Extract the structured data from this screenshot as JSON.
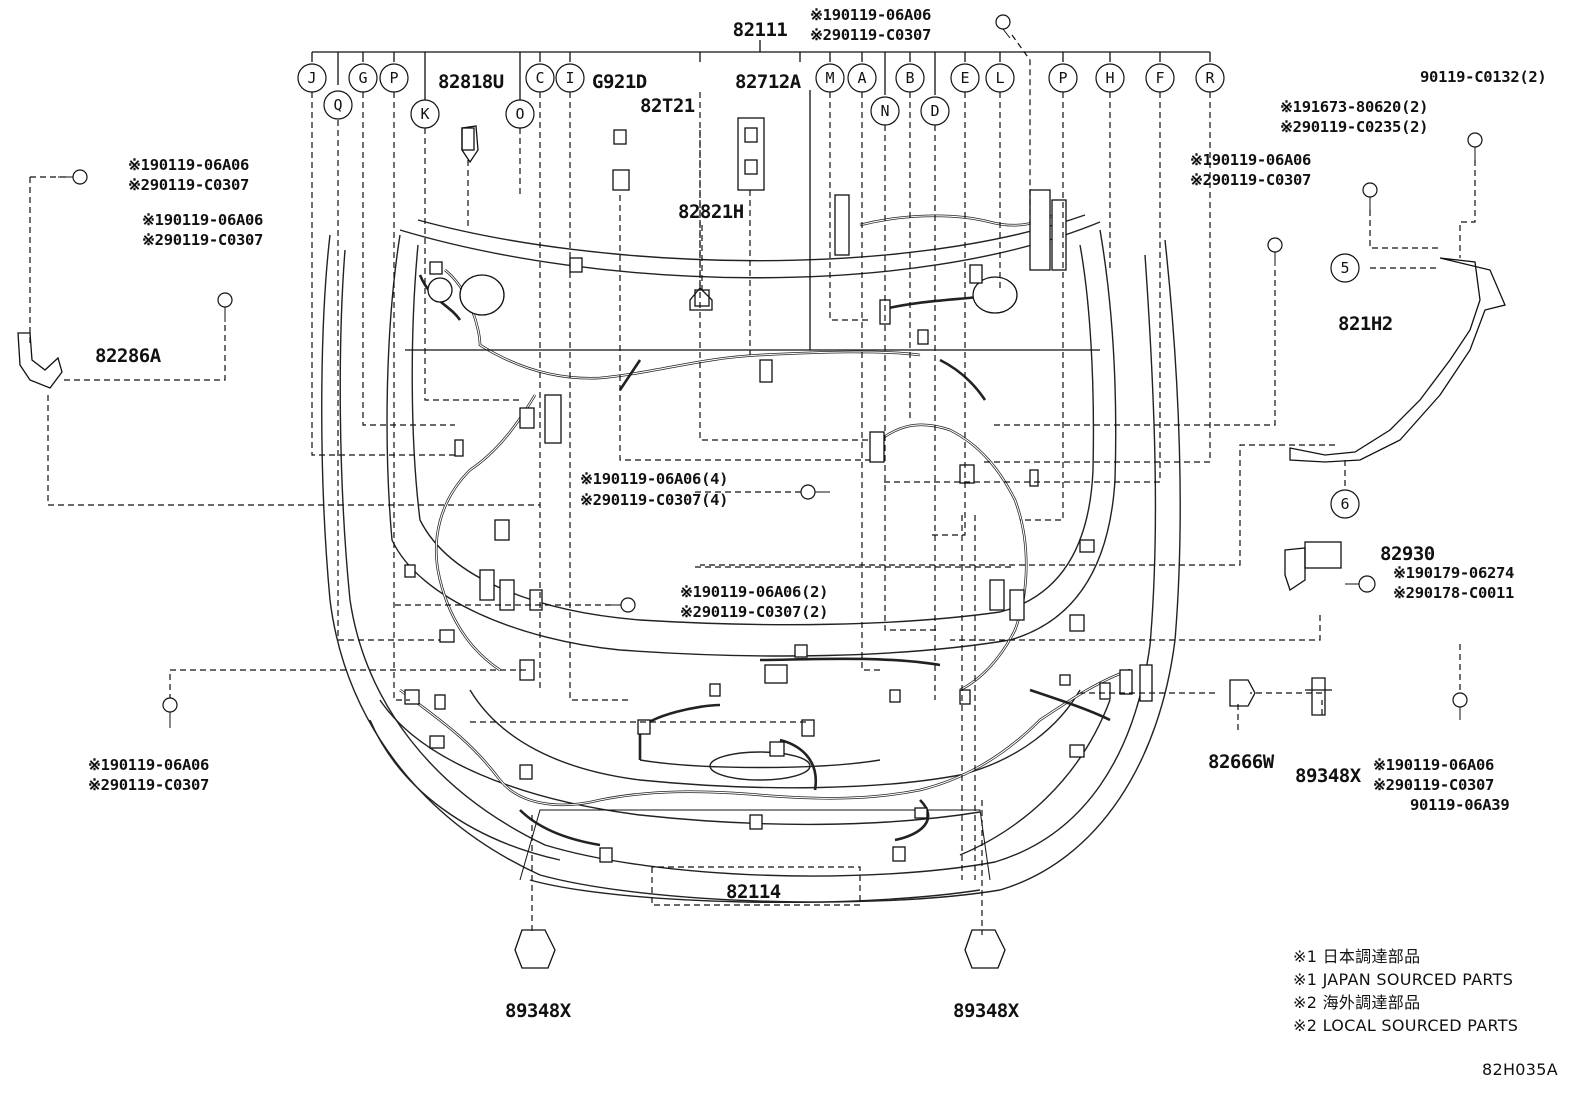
{
  "diagram": {
    "main_harness": "82111",
    "circle_letters": [
      "J",
      "Q",
      "G",
      "P",
      "K",
      "O",
      "C",
      "I",
      "M",
      "A",
      "N",
      "B",
      "D",
      "E",
      "L",
      "P",
      "H",
      "F",
      "R"
    ],
    "parts": {
      "p82818u": "82818U",
      "g921d": "G921D",
      "p82t21": "82T21",
      "p82712a": "82712A",
      "p82821h": "82821H",
      "p82286a": "82286A",
      "p821h2": "821H2",
      "p82930": "82930",
      "p82666w": "82666W",
      "p89348x_right": "89348X",
      "p82114": "82114",
      "p89348x_left": "89348X",
      "p89348x_mid": "89348X"
    },
    "bolt_refs": {
      "top_a": "※190119-06A06",
      "top_b": "※290119-C0307",
      "left1_a": "※190119-06A06",
      "left1_b": "※290119-C0307",
      "left2_a": "※190119-06A06",
      "left2_b": "※290119-C0307",
      "center4_a": "※190119-06A06(4)",
      "center4_b": "※290119-C0307(4)",
      "center2_a": "※190119-06A06(2)",
      "center2_b": "※290119-C0307(2)",
      "leftlow_a": "※190119-06A06",
      "leftlow_b": "※290119-C0307",
      "right_a": "※190119-06A06",
      "right_b": "※290119-C0307",
      "bracket_a": "90119-C0132(2)",
      "bracket_b": "※191673-80620(2)",
      "bracket_c": "※290119-C0235(2)",
      "p82930_a": "※190179-06274",
      "p82930_b": "※290178-C0011",
      "rightlow_a": "※190119-06A06",
      "rightlow_b": "※290119-C0307",
      "rightlow_c": "90119-06A39"
    },
    "callouts": [
      "5",
      "6"
    ],
    "legend": [
      "※1 日本調達部品",
      "※1 JAPAN SOURCED PARTS",
      "※2 海外調達部品",
      "※2 LOCAL SOURCED PARTS"
    ],
    "figure_code": "82H035A"
  }
}
